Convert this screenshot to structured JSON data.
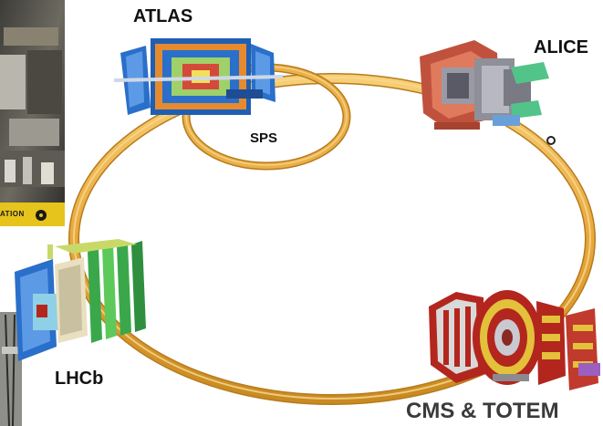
{
  "detectors": {
    "atlas": "ATLAS",
    "alice": "ALICE",
    "lhcb": "LHCb",
    "cms_totem": "CMS & TOTEM"
  },
  "rings": {
    "sps": "SPS"
  },
  "photo_inset": {
    "sign_text": "ATION"
  },
  "colors": {
    "ring": "#e8a83c",
    "ring_highlight": "#f7cf76",
    "atlas_blue": "#2a6fc9",
    "alice_red": "#c0523d",
    "lhcb_green": "#3aa84a",
    "cms_red": "#b3261e",
    "cms_yellow": "#e3c13a"
  }
}
